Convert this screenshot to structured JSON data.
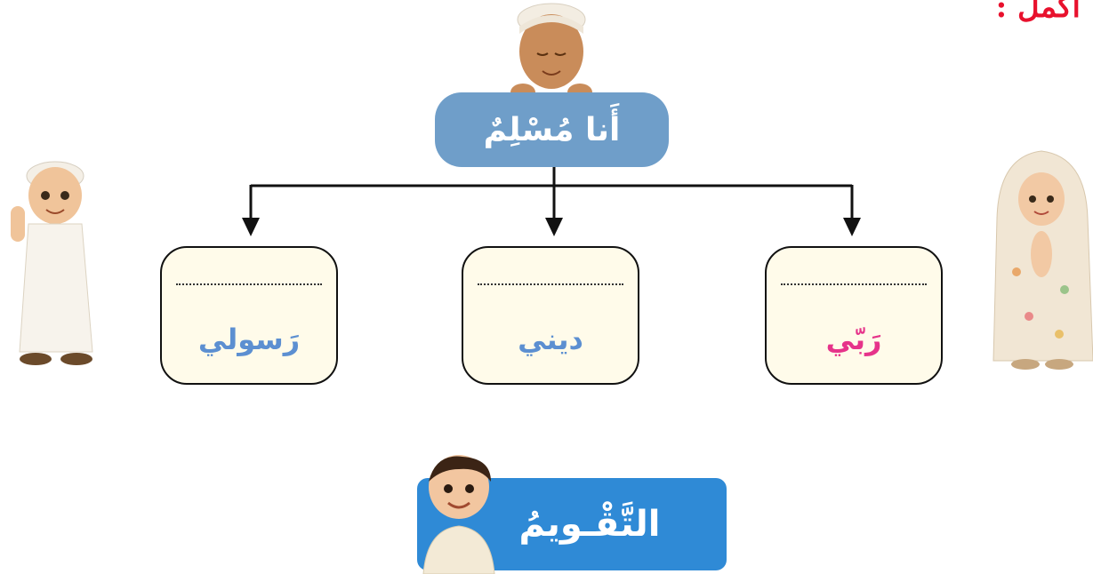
{
  "instruction": "أكمل :",
  "title": "أَنا مُسْلِمٌ",
  "cards": [
    {
      "word": "رَسولي",
      "word_color": "#5c8fd1"
    },
    {
      "word": "ديني",
      "word_color": "#5c8fd1"
    },
    {
      "word": "رَبّي",
      "word_color": "#e6338a"
    }
  ],
  "banner": {
    "label": "التَّقْـويمُ"
  },
  "colors": {
    "title_pill": "#6f9ec9",
    "banner": "#2f8ad6",
    "instruction": "#e8112d"
  }
}
